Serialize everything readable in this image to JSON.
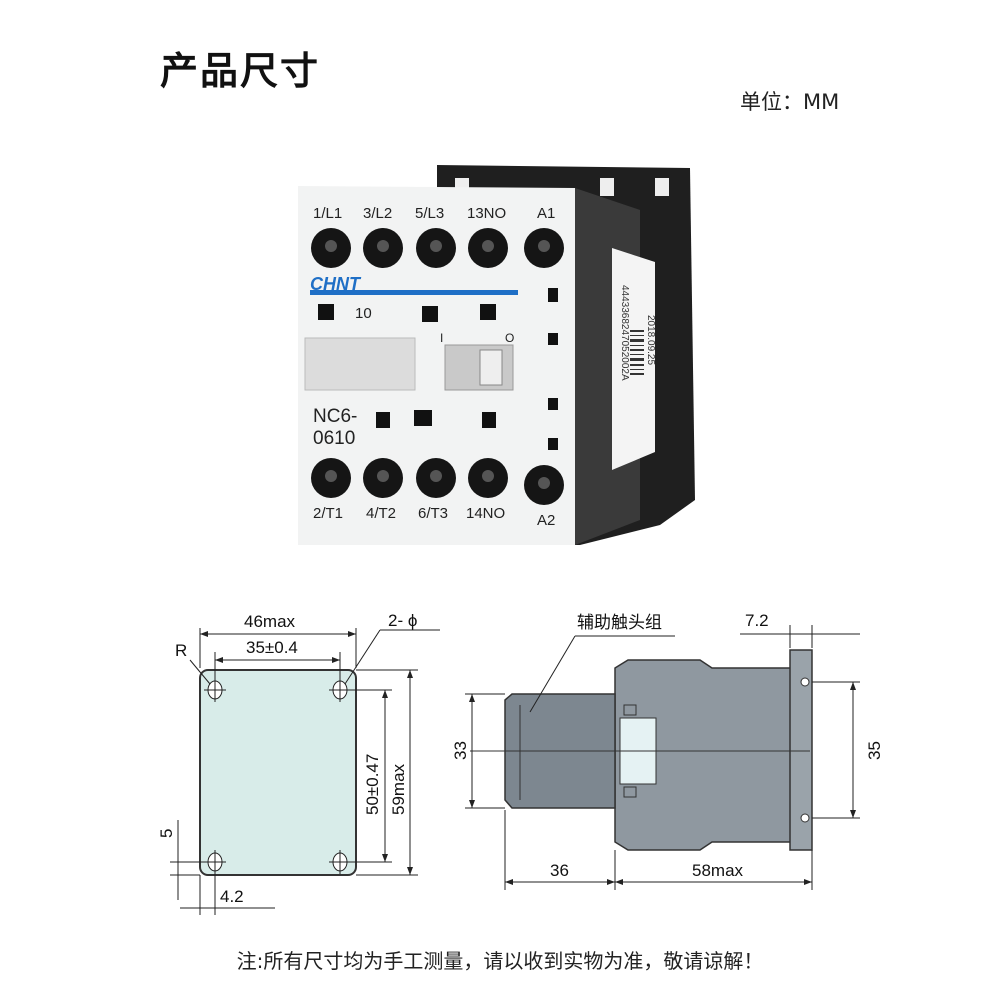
{
  "header": {
    "title": "产品尺寸",
    "unit": "单位：MM"
  },
  "product": {
    "brand": "CHNT",
    "model_line1": "NC6-",
    "model_line2": "0610",
    "contact_rating": "10",
    "switch_on": "I",
    "switch_off": "O",
    "label_date": "2018.09.25",
    "label_code": "4443368247052002A",
    "top_terminals": [
      "1/L1",
      "3/L2",
      "5/L3",
      "13NO",
      "A1"
    ],
    "bottom_terminals": [
      "2/T1",
      "4/T2",
      "6/T3",
      "14NO",
      "A2"
    ]
  },
  "front_view": {
    "width_max": "46max",
    "hole_spacing_h": "35±0.4",
    "hole_label": "2- ϕ",
    "radius_label": "R",
    "hole_spacing_v": "50±0.47",
    "height_max": "59max",
    "edge_offset_v": "5",
    "edge_offset_h": "4.2"
  },
  "side_view": {
    "aux_label": "辅助触头组",
    "rail_width": "7.2",
    "aux_height": "33",
    "rail_height": "35",
    "aux_depth": "36",
    "depth_max": "58max"
  },
  "footer": {
    "note": "注:所有尺寸均为手工测量，请以收到实物为准，敬请谅解！"
  },
  "colors": {
    "front_fill": "#d8ece9",
    "side_body": "#8f98a0",
    "side_aux": "#7d8790",
    "product_face": "#f2f3f3",
    "product_dark": "#1d1d1d",
    "brand_blue": "#1f6fc6"
  }
}
